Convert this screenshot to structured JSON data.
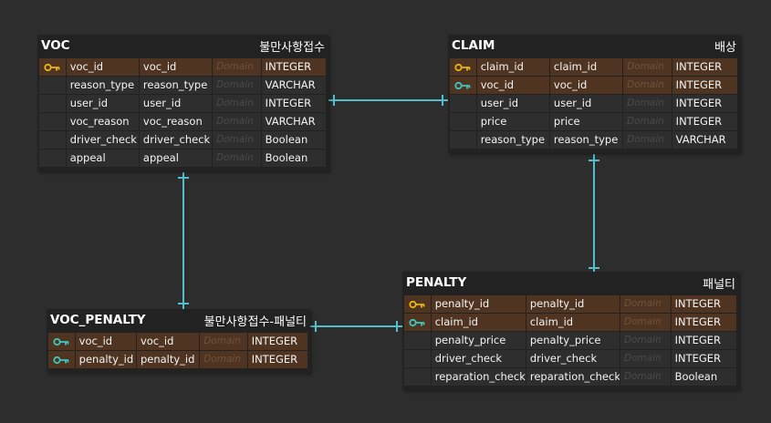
{
  "colors": {
    "background": "#2d2d2d",
    "pk_key": "#e8b515",
    "fk_key": "#3ec7c0",
    "line": "#54bfcc",
    "key_row": "#4f3421"
  },
  "entities": {
    "voc": {
      "name": "VOC",
      "label": "불만사항접수",
      "rows": [
        {
          "key": "pk",
          "logical": "voc_id",
          "physical": "voc_id",
          "domain": "Domain",
          "type": "INTEGER"
        },
        {
          "key": "",
          "logical": "reason_type",
          "physical": "reason_type",
          "domain": "Domain",
          "type": "VARCHAR"
        },
        {
          "key": "",
          "logical": "user_id",
          "physical": "user_id",
          "domain": "Domain",
          "type": "INTEGER"
        },
        {
          "key": "",
          "logical": "voc_reason",
          "physical": "voc_reason",
          "domain": "Domain",
          "type": "VARCHAR"
        },
        {
          "key": "",
          "logical": "driver_check",
          "physical": "driver_check",
          "domain": "Domain",
          "type": "Boolean"
        },
        {
          "key": "",
          "logical": "appeal",
          "physical": "appeal",
          "domain": "Domain",
          "type": "Boolean"
        }
      ]
    },
    "claim": {
      "name": "CLAIM",
      "label": "배상",
      "rows": [
        {
          "key": "pk",
          "logical": "claim_id",
          "physical": "claim_id",
          "domain": "Domain",
          "type": "INTEGER"
        },
        {
          "key": "fk",
          "logical": "voc_id",
          "physical": "voc_id",
          "domain": "Domain",
          "type": "INTEGER"
        },
        {
          "key": "",
          "logical": "user_id",
          "physical": "user_id",
          "domain": "Domain",
          "type": "INTEGER"
        },
        {
          "key": "",
          "logical": "price",
          "physical": "price",
          "domain": "Domain",
          "type": "INTEGER"
        },
        {
          "key": "",
          "logical": "reason_type",
          "physical": "reason_type",
          "domain": "Domain",
          "type": "VARCHAR"
        }
      ]
    },
    "penalty": {
      "name": "PENALTY",
      "label": "패널티",
      "rows": [
        {
          "key": "pk",
          "logical": "penalty_id",
          "physical": "penalty_id",
          "domain": "Domain",
          "type": "INTEGER"
        },
        {
          "key": "fk",
          "logical": "claim_id",
          "physical": "claim_id",
          "domain": "Domain",
          "type": "INTEGER"
        },
        {
          "key": "",
          "logical": "penalty_price",
          "physical": "penalty_price",
          "domain": "Domain",
          "type": "INTEGER"
        },
        {
          "key": "",
          "logical": "driver_check",
          "physical": "driver_check",
          "domain": "Domain",
          "type": "INTEGER"
        },
        {
          "key": "",
          "logical": "reparation_check",
          "physical": "reparation_check",
          "domain": "Domain",
          "type": "Boolean"
        }
      ]
    },
    "voc_penalty": {
      "name": "VOC_PENALTY",
      "label": "불만사항접수-패널티",
      "rows": [
        {
          "key": "fk",
          "logical": "voc_id",
          "physical": "voc_id",
          "domain": "Domain",
          "type": "INTEGER"
        },
        {
          "key": "fk",
          "logical": "penalty_id",
          "physical": "penalty_id",
          "domain": "Domain",
          "type": "INTEGER"
        }
      ]
    }
  }
}
